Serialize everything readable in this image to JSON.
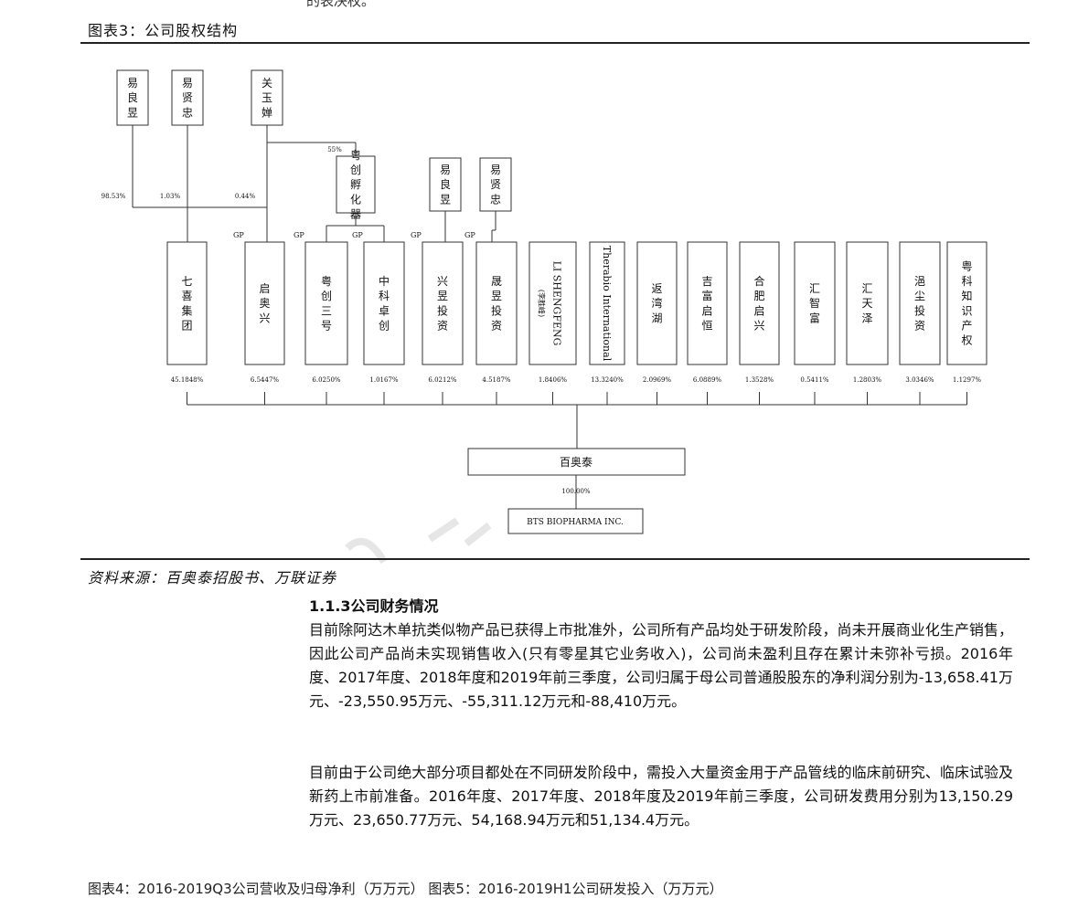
{
  "top_fragment": "的表决权。",
  "figure_title": "图表3：公司股权结构",
  "chart": {
    "top_people": [
      {
        "id": "p1",
        "name": "易良昱"
      },
      {
        "id": "p2",
        "name": "易贤忠"
      },
      {
        "id": "p3",
        "name": "关玉婵"
      }
    ],
    "incubator": {
      "name": "粤创孵化器",
      "pct_from_p3": "55%"
    },
    "mid_people": [
      {
        "id": "m1",
        "name": "易良昱"
      },
      {
        "id": "m2",
        "name": "易贤忠"
      }
    ],
    "qixi_pcts": {
      "p1": "98.53%",
      "p2": "1.03%",
      "p3": "0.44%"
    },
    "gp_label": "GP",
    "shareholders": [
      {
        "name": "七喜集团",
        "pct": "45.1848%",
        "gp": false
      },
      {
        "name": "启奥兴",
        "pct": "6.5447%",
        "gp": true
      },
      {
        "name": "粤创三号",
        "pct": "6.0250%",
        "gp": true
      },
      {
        "name": "中科卓创",
        "pct": "1.0167%",
        "gp": true
      },
      {
        "name": "兴昱投资",
        "pct": "6.0212%",
        "gp": true
      },
      {
        "name": "晟昱投资",
        "pct": "4.5187%",
        "gp": true
      },
      {
        "name": "LI SHENGFENG",
        "sub": "(李胜峰)",
        "pct": "1.8406%",
        "gp": false,
        "rotated": true
      },
      {
        "name": "Therabio International",
        "pct": "13.3240%",
        "gp": false,
        "rotated": true
      },
      {
        "name": "返湾湖",
        "pct": "2.0969%",
        "gp": false
      },
      {
        "name": "吉富启恒",
        "pct": "6.0889%",
        "gp": false
      },
      {
        "name": "合肥启兴",
        "pct": "1.3528%",
        "gp": false
      },
      {
        "name": "汇智富",
        "pct": "0.5411%",
        "gp": false
      },
      {
        "name": "汇天泽",
        "pct": "1.2803%",
        "gp": false
      },
      {
        "name": "浥尘投资",
        "pct": "3.0346%",
        "gp": false
      },
      {
        "name": "粤科知识产权",
        "pct": "1.1297%",
        "gp": false
      }
    ],
    "company": "百奥泰",
    "subsidiary_pct": "100.00%",
    "subsidiary": "BTS BIOPHARMA INC."
  },
  "source": "资料来源：百奥泰招股书、万联证券",
  "section_title": "1.1.3公司财务情况",
  "paragraphs": [
    "目前除阿达木单抗类似物产品已获得上市批准外，公司所有产品均处于研发阶段，尚未开展商业化生产销售，因此公司产品尚未实现销售收入(只有零星其它业务收入)，公司尚未盈利且存在累计未弥补亏损。2016年度、2017年度、2018年度和2019年前三季度，公司归属于母公司普通股股东的净利润分别为-13,658.41万元、-23,550.95万元、-55,311.12万元和-88,410万元。",
    "目前由于公司绝大部分项目都处在不同研发阶段中，需投入大量资金用于产品管线的临床前研究、临床试验及新药上市前准备。2016年度、2017年度、2018年度及2019年前三季度，公司研发费用分别为13,150.29万元、23,650.77万元、54,168.94万元和51,134.4万元。"
  ],
  "bottom_fragment": "图表4：2016-2019Q3公司营收及归母净利（万万元）        图表5：2016-2019H1公司研发投入（万万元）"
}
